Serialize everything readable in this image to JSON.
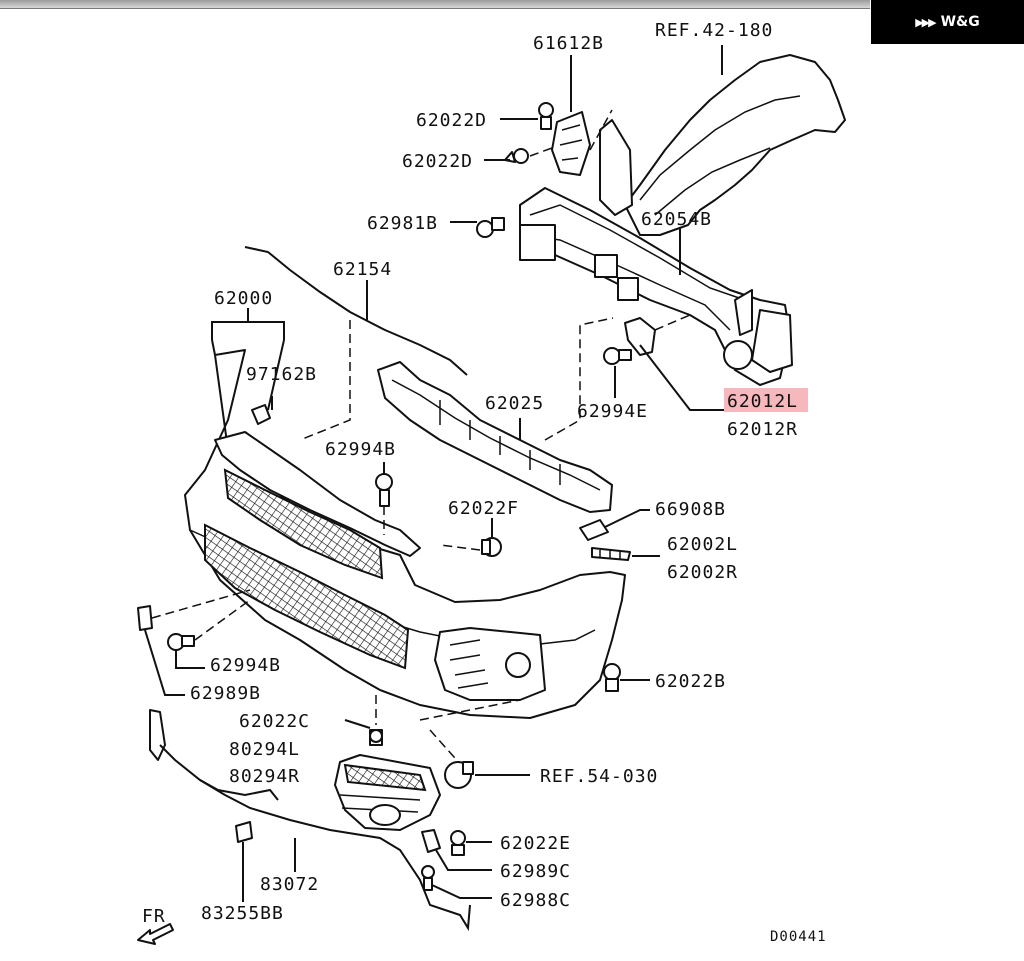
{
  "brand": {
    "name": "W&G",
    "logo": "wg-logo-icon"
  },
  "diagram": {
    "labels": {
      "ref_42_180": "REF.42-180",
      "p61612B": "61612B",
      "p62022D_a": "62022D",
      "p62022D_b": "62022D",
      "p62981B": "62981B",
      "p62054B": "62054B",
      "p62154": "62154",
      "p62000": "62000",
      "p97162B": "97162B",
      "p62025": "62025",
      "p62994E": "62994E",
      "p62012L": "62012L",
      "p62012R": "62012R",
      "p62994B_a": "62994B",
      "p62022F": "62022F",
      "p66908B": "66908B",
      "p62002L": "62002L",
      "p62002R": "62002R",
      "p62994B_b": "62994B",
      "p62989B": "62989B",
      "p62022B": "62022B",
      "p62022C": "62022C",
      "p80294L": "80294L",
      "p80294R": "80294R",
      "ref_54_030": "REF.54-030",
      "p62022E": "62022E",
      "p62989C": "62989C",
      "p62988C": "62988C",
      "p83072": "83072",
      "p83255BB": "83255BB",
      "fr": "FR",
      "code": "D00441"
    },
    "highlight": {
      "part": "62012L",
      "color": "#f6b8bd"
    }
  }
}
